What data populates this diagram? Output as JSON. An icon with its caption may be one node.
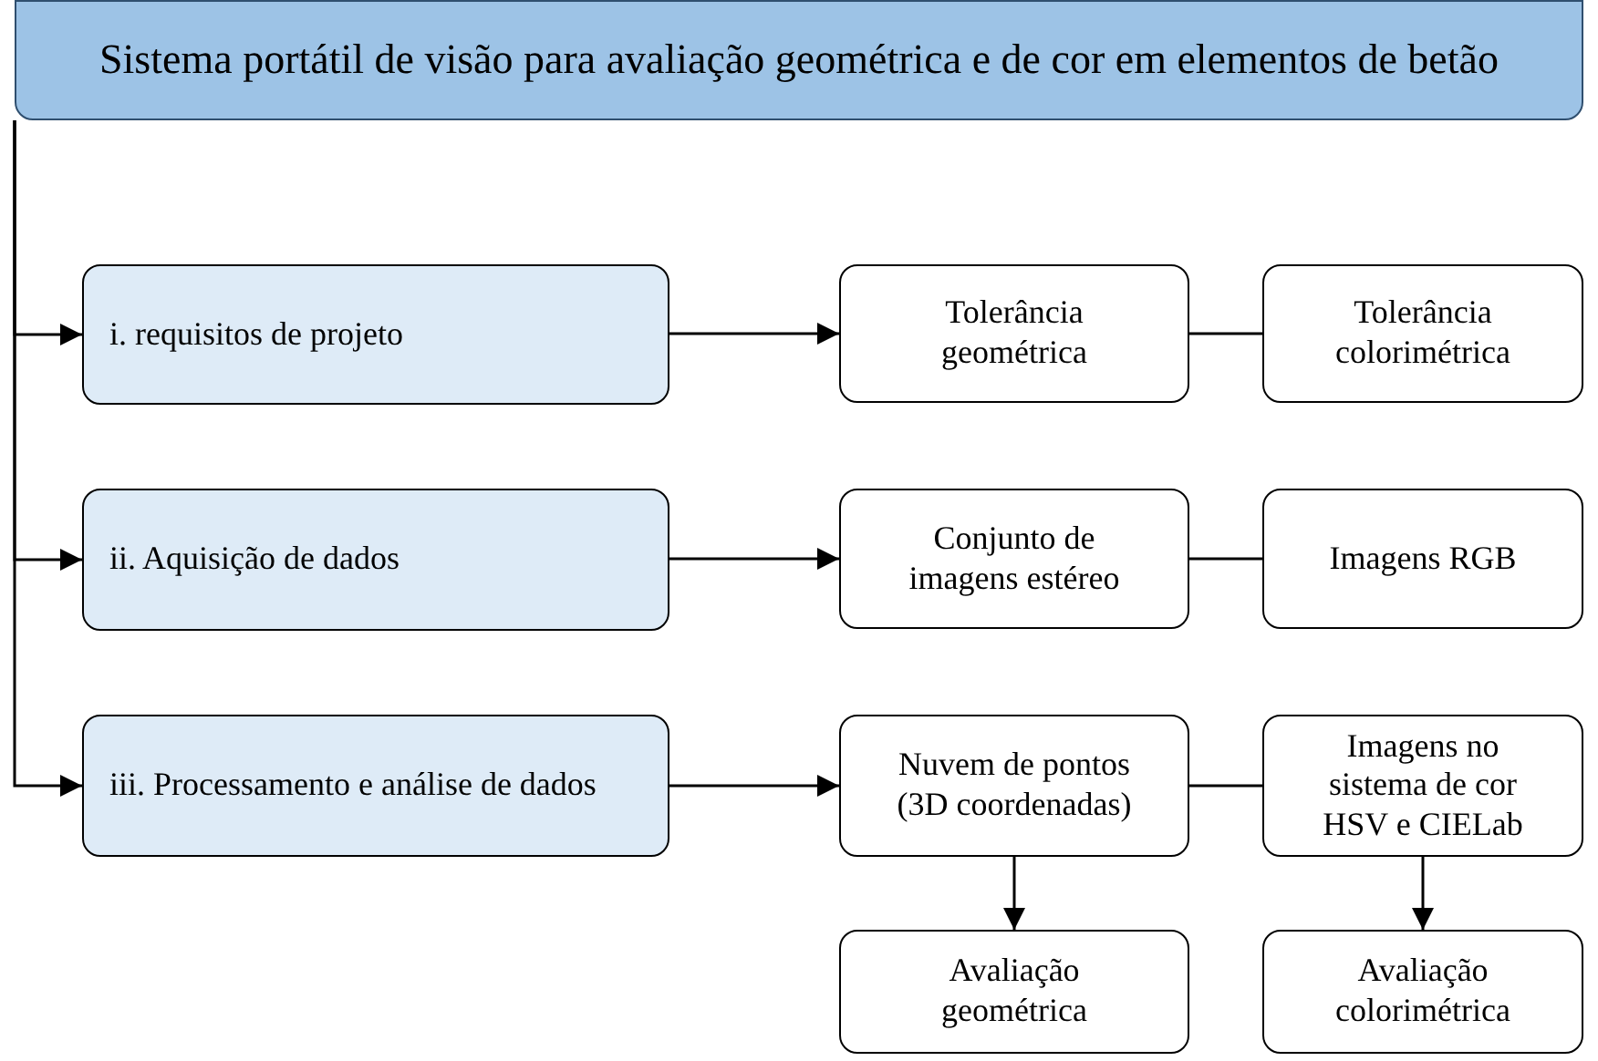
{
  "diagram": {
    "nodes": [
      {
        "text": [
          "Sistema portátil de visão para avaliação geométrica e de cor em elementos de betão"
        ]
      },
      {
        "text": [
          "i. requisitos de projeto"
        ]
      },
      {
        "text": [
          "Tolerância geométrica"
        ]
      },
      {
        "text": [
          "Tolerância colorimétrica"
        ]
      },
      {
        "text": [
          "ii. Aquisição de dados"
        ]
      },
      {
        "text": [
          "Conjunto de imagens estéreo"
        ]
      },
      {
        "text": [
          "Imagens RGB"
        ]
      },
      {
        "text": [
          "iii. Processamento e análise de dados"
        ]
      },
      {
        "text": [
          "Nuvem de pontos (3D coordenadas)"
        ]
      },
      {
        "text": [
          "Imagens no sistema de cor HSV e CIELab"
        ]
      },
      {
        "text": [
          "Avaliação geométrica"
        ]
      },
      {
        "text": [
          "Avaliação colorimétrica"
        ]
      }
    ],
    "edges": [
      {
        "from": 0,
        "to": 1,
        "arrow": "to"
      },
      {
        "from": 0,
        "to": 4,
        "arrow": "to"
      },
      {
        "from": 0,
        "to": 7,
        "arrow": "to"
      },
      {
        "from": 1,
        "to": 2,
        "arrow": "to"
      },
      {
        "from": 2,
        "to": 3,
        "arrow": "none"
      },
      {
        "from": 4,
        "to": 5,
        "arrow": "to"
      },
      {
        "from": 5,
        "to": 6,
        "arrow": "none"
      },
      {
        "from": 7,
        "to": 8,
        "arrow": "to"
      },
      {
        "from": 8,
        "to": 9,
        "arrow": "none"
      },
      {
        "from": 8,
        "to": 10,
        "arrow": "to"
      },
      {
        "from": 9,
        "to": 11,
        "arrow": "to"
      }
    ]
  }
}
